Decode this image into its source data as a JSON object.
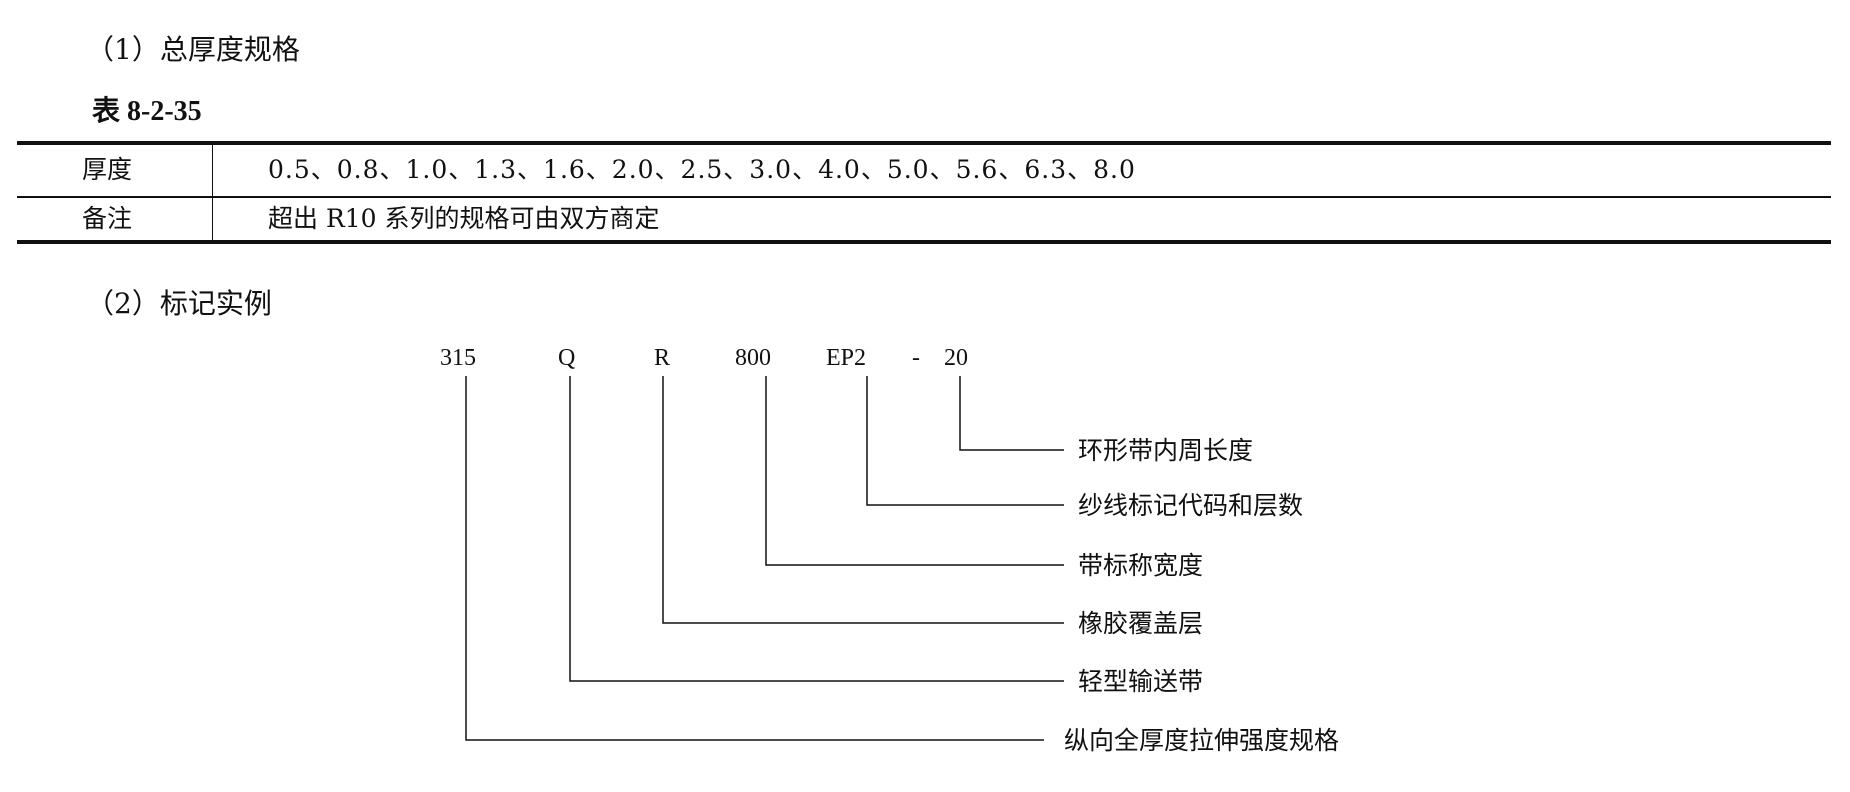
{
  "section1": "（1）总厚度规格",
  "table_caption": "表 8-2-35",
  "table": {
    "rows": [
      {
        "label": "厚度",
        "value": "0.5、0.8、1.0、1.3、1.6、2.0、2.5、3.0、4.0、5.0、5.6、6.3、8.0"
      },
      {
        "label": "备注",
        "value": "超出 R10 系列的规格可由双方商定"
      }
    ]
  },
  "section2": "（2）标记实例",
  "marking": {
    "codes": [
      "315",
      "Q",
      "R",
      "800",
      "EP2",
      "-",
      "20"
    ],
    "labels": [
      "环形带内周长度",
      "纱线标记代码和层数",
      "带标称宽度",
      "橡胶覆盖层",
      "轻型输送带",
      "纵向全厚度拉伸强度规格"
    ]
  }
}
